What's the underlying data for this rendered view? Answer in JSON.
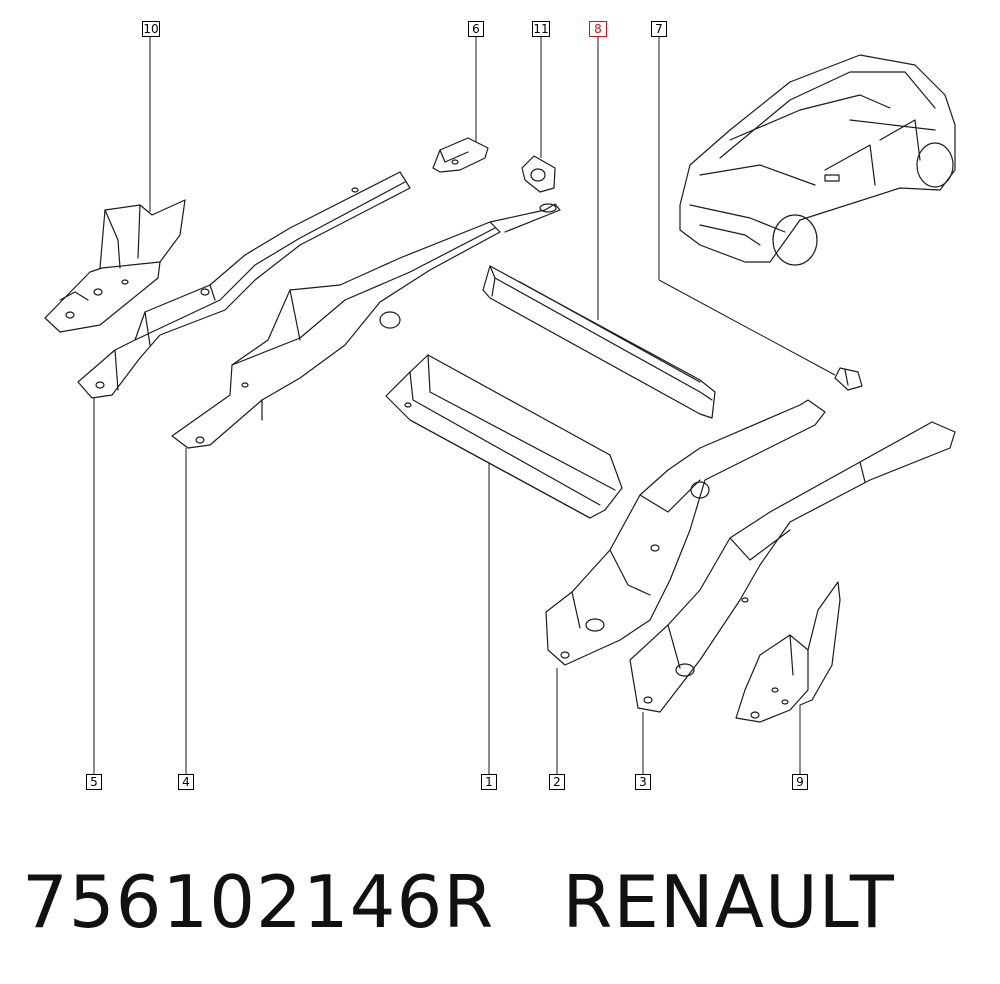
{
  "diagram": {
    "callouts": [
      {
        "id": "10",
        "label": "10"
      },
      {
        "id": "6",
        "label": "6"
      },
      {
        "id": "11",
        "label": "11"
      },
      {
        "id": "8",
        "label": "8",
        "highlighted": true
      },
      {
        "id": "7",
        "label": "7"
      },
      {
        "id": "5",
        "label": "5"
      },
      {
        "id": "4",
        "label": "4"
      },
      {
        "id": "1",
        "label": "1"
      },
      {
        "id": "2",
        "label": "2"
      },
      {
        "id": "3",
        "label": "3"
      },
      {
        "id": "9",
        "label": "9"
      }
    ],
    "highlight_color": "#d0141c",
    "line_color": "#1b1b1b"
  },
  "caption": {
    "part_number": "756102146R",
    "brand": "RENAULT"
  }
}
